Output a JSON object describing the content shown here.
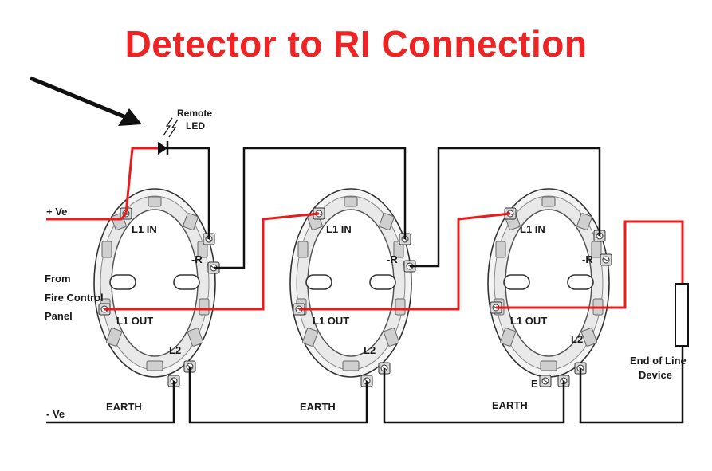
{
  "title": "Detector to RI Connection",
  "colors": {
    "title": "#ee2323",
    "positive_wire": "#e81c1c",
    "negative_wire": "#111111",
    "detector_base": "#f2f2f2"
  },
  "labels": {
    "remote_led_line1": "Remote",
    "remote_led_line2": "LED",
    "pos_ve": "+ Ve",
    "neg_ve": "- Ve",
    "panel_line1": "From",
    "panel_line2": "Fire Control",
    "panel_line3": "Panel",
    "eol_line1": "End of Line",
    "eol_line2": "Device"
  },
  "detectors": [
    {
      "l1_in": "L1 IN",
      "r": "-R",
      "l1_out": "L1 OUT",
      "l2": "L2",
      "earth": "EARTH",
      "e": ""
    },
    {
      "l1_in": "L1 IN",
      "r": "-R",
      "l1_out": "L1 OUT",
      "l2": "L2",
      "earth": "EARTH",
      "e": ""
    },
    {
      "l1_in": "L1 IN",
      "r": "-R",
      "l1_out": "L1 OUT",
      "l2": "L2",
      "earth": "EARTH",
      "e": "E"
    }
  ]
}
